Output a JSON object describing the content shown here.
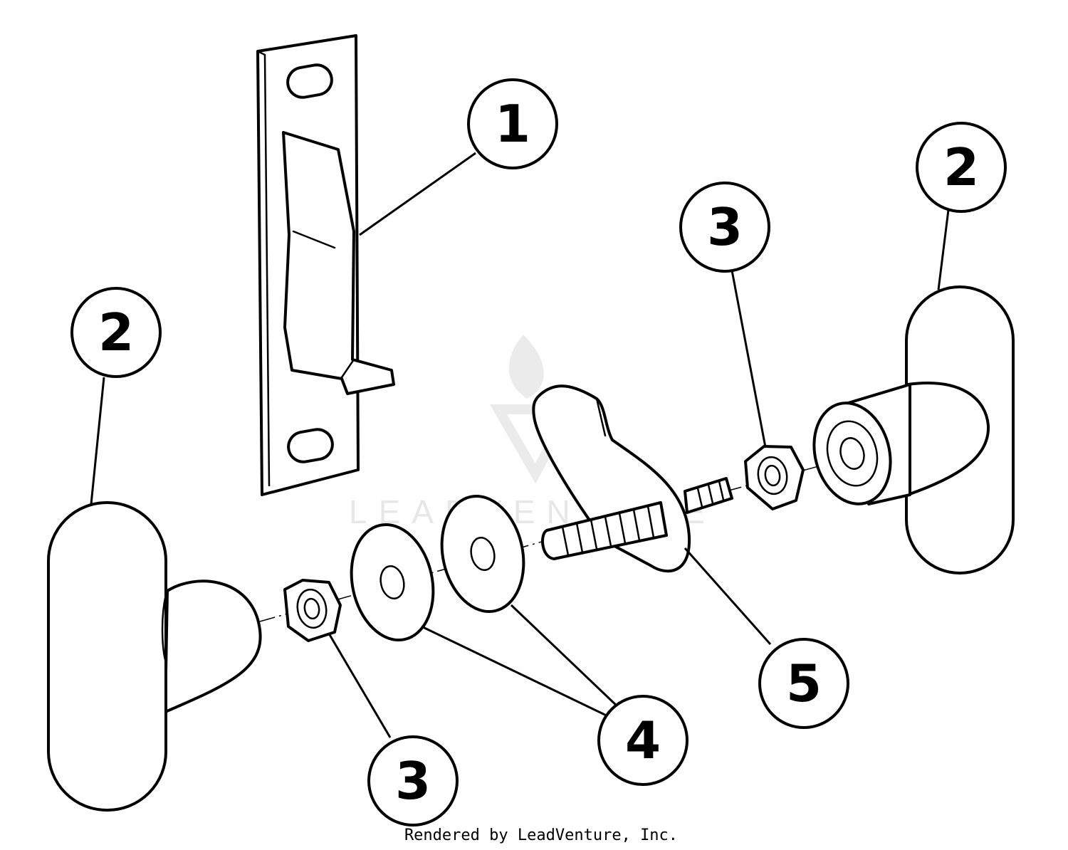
{
  "diagram": {
    "callouts": {
      "c1": "1",
      "c2_right": "2",
      "c2_left": "2",
      "c3_upper": "3",
      "c3_lower": "3",
      "c4": "4",
      "c5": "5"
    },
    "credit": "Rendered by LeadVenture, Inc.",
    "watermark": "LEADVENTURE"
  }
}
